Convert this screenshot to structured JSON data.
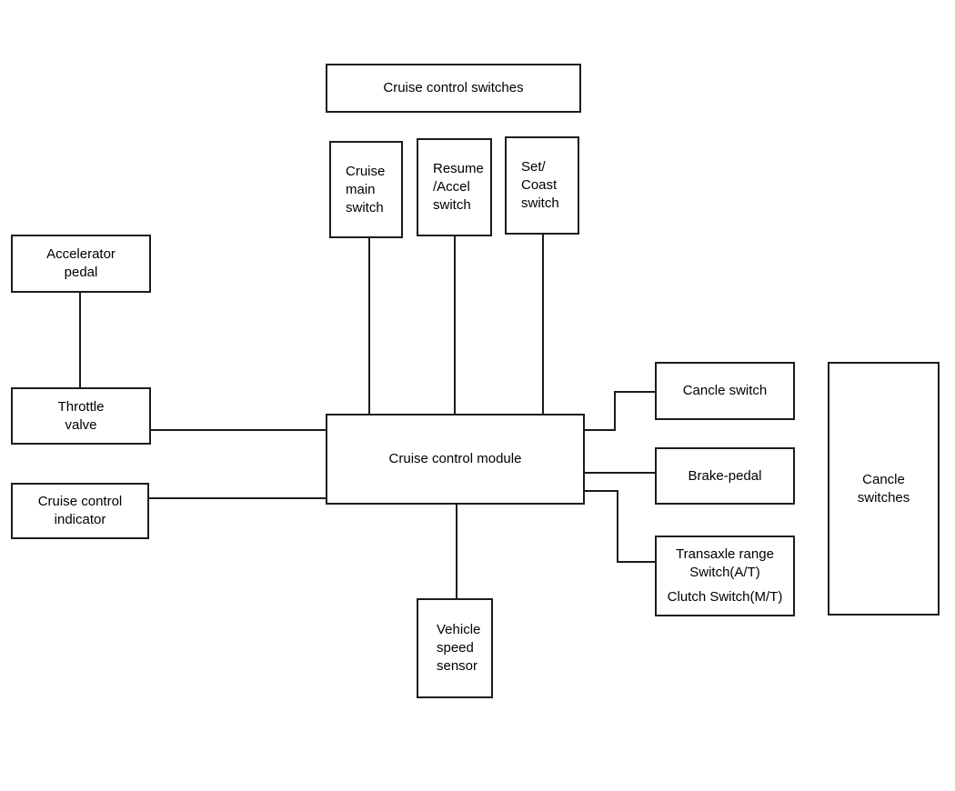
{
  "diagram": {
    "colors": {
      "background": "#ffffff",
      "line": "#1c1c1c",
      "text": "#000000"
    },
    "boxes": {
      "cruise_control_switches": {
        "lines": [
          "Cruise control switches"
        ]
      },
      "cruise_main_switch": {
        "lines": [
          "Cruise",
          "main",
          "switch"
        ]
      },
      "resume_accel_switch": {
        "lines": [
          "Resume",
          "/Accel",
          "switch"
        ]
      },
      "set_coast_switch": {
        "lines": [
          "Set/",
          "Coast",
          "switch"
        ]
      },
      "accelerator_pedal": {
        "lines": [
          "Accelerator",
          "pedal"
        ]
      },
      "throttle_valve": {
        "lines": [
          "Throttle",
          "valve"
        ]
      },
      "cruise_control_indicator": {
        "lines": [
          "Cruise control",
          "indicator"
        ]
      },
      "cruise_control_module": {
        "lines": [
          "Cruise control module"
        ]
      },
      "cancle_switch": {
        "lines": [
          "Cancle switch"
        ]
      },
      "brake_pedal": {
        "lines": [
          "Brake-pedal"
        ]
      },
      "transaxle_clutch": {
        "lines": [
          "Transaxle range",
          "Switch(A/T)",
          "Clutch Switch(M/T)"
        ]
      },
      "cancle_switches": {
        "lines": [
          "Cancle",
          "switches"
        ]
      },
      "vehicle_speed_sensor": {
        "lines": [
          "Vehicle",
          "speed",
          "sensor"
        ]
      }
    }
  }
}
